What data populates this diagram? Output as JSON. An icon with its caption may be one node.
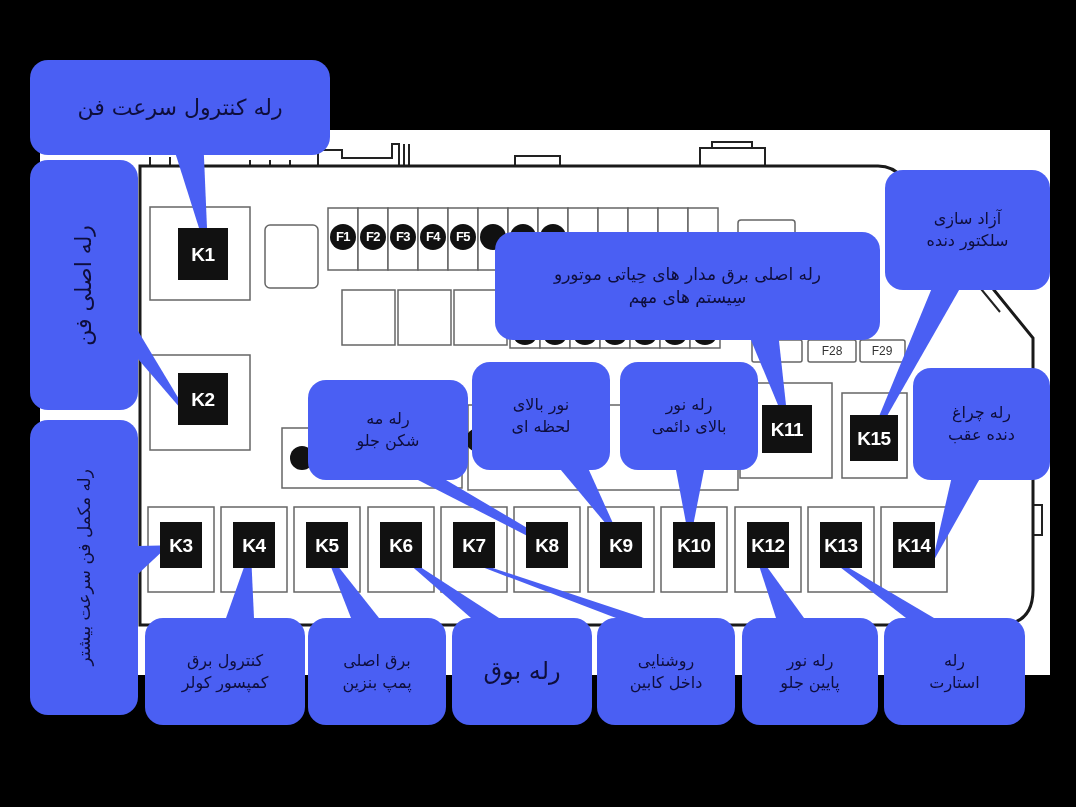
{
  "diagram": {
    "nodes": [
      {
        "text": [
          "رله کنترول سرعت فن"
        ]
      },
      {
        "text": [
          "آزاد سازی سلکتور دنده"
        ]
      },
      {
        "text": [
          "رله اصلی فن"
        ]
      },
      {
        "text": [
          "K1"
        ]
      },
      {
        "text": [
          "رله اصلی برق مدار های حِیاتی موتورو سِیستم های مهم"
        ]
      },
      {
        "text": [
          "K2"
        ]
      },
      {
        "text": [
          "رله مه شکن جلو"
        ]
      },
      {
        "text": [
          "نور بالای لحظه ای"
        ]
      },
      {
        "text": [
          "رله نور بالای دائمی"
        ]
      },
      {
        "text": [
          "K11"
        ]
      },
      {
        "text": [
          "K15"
        ]
      },
      {
        "text": [
          "رله چراغ دنده عقب"
        ]
      },
      {
        "text": [
          "رله مکمل فن سرعت بیشتر"
        ]
      },
      {
        "text": [
          "K3"
        ]
      },
      {
        "text": [
          "K4"
        ]
      },
      {
        "text": [
          "K5"
        ]
      },
      {
        "text": [
          "K6"
        ]
      },
      {
        "text": [
          "K7"
        ]
      },
      {
        "text": [
          "K8"
        ]
      },
      {
        "text": [
          "K9"
        ]
      },
      {
        "text": [
          "K10"
        ]
      },
      {
        "text": [
          "K12"
        ]
      },
      {
        "text": [
          "K13"
        ]
      },
      {
        "text": [
          "K14"
        ]
      },
      {
        "text": [
          "کنترول برق کمپسور کولر"
        ]
      },
      {
        "text": [
          "برق اصلی پمپ بنزین"
        ]
      },
      {
        "text": [
          "رله بوق"
        ]
      },
      {
        "text": [
          "روشنایی داخل کابین"
        ]
      },
      {
        "text": [
          "رله نور پایین جلو"
        ]
      },
      {
        "text": [
          "رله استارت"
        ]
      }
    ],
    "edges": [
      {
        "from": 0,
        "to": 3,
        "arrow": "none"
      },
      {
        "from": 2,
        "to": 5,
        "arrow": "none"
      },
      {
        "from": 1,
        "to": 10,
        "arrow": "none"
      },
      {
        "from": 4,
        "to": 9,
        "arrow": "none"
      },
      {
        "from": 6,
        "to": 18,
        "arrow": "none"
      },
      {
        "from": 7,
        "to": 19,
        "arrow": "none"
      },
      {
        "from": 8,
        "to": 20,
        "arrow": "none"
      },
      {
        "from": 11,
        "to": 23,
        "arrow": "none"
      },
      {
        "from": 12,
        "to": 13,
        "arrow": "none"
      },
      {
        "from": 24,
        "to": 14,
        "arrow": "none"
      },
      {
        "from": 25,
        "to": 15,
        "arrow": "none"
      },
      {
        "from": 26,
        "to": 16,
        "arrow": "none"
      },
      {
        "from": 27,
        "to": 17,
        "arrow": "none"
      },
      {
        "from": 28,
        "to": 21,
        "arrow": "none"
      },
      {
        "from": 29,
        "to": 22,
        "arrow": "none"
      }
    ],
    "labels": [
      "F1",
      "F2",
      "F3",
      "F4",
      "F5",
      "F28",
      "F29"
    ]
  }
}
